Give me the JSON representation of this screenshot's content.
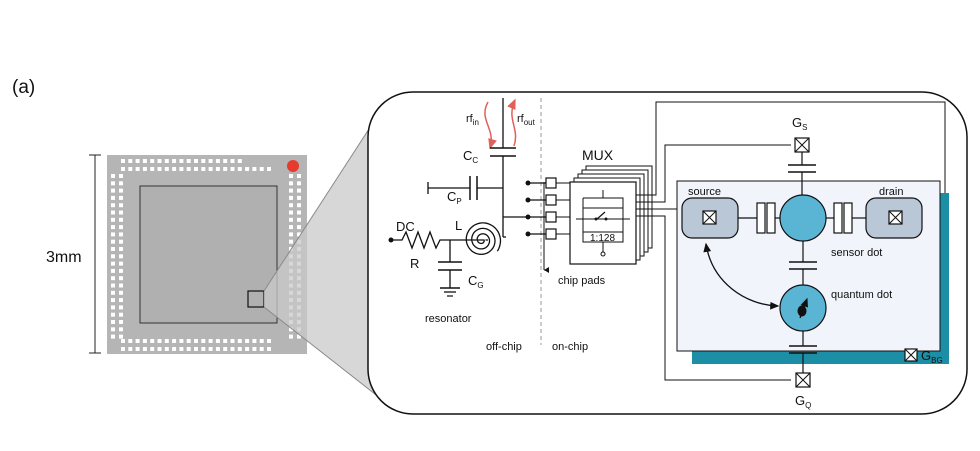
{
  "panel_label": "(a)",
  "chip": {
    "size_label": "3mm"
  },
  "labels": {
    "rf_in": "rf",
    "rf_in_sub": "in",
    "rf_out": "rf",
    "rf_out_sub": "out",
    "cc": "C",
    "cc_sub": "C",
    "cp": "C",
    "cp_sub": "P",
    "dc": "DC",
    "r": "R",
    "l": "L",
    "cg": "C",
    "cg_sub": "G",
    "resonator": "resonator",
    "off_chip": "off-chip",
    "on_chip": "on-chip",
    "chip_pads": "chip pads",
    "mux": "MUX",
    "mux_ratio": "1:128",
    "gs": "G",
    "gs_sub": "S",
    "gq": "G",
    "gq_sub": "Q",
    "gbg": "G",
    "gbg_sub": "BG",
    "source": "source",
    "drain": "drain",
    "sensor_dot": "sensor dot",
    "quantum_dot": "quantum dot"
  },
  "colors": {
    "chip_gray": "#b5b5b5",
    "dot_blue": "#5ab4d4",
    "contact_fill": "#b9c7d6",
    "back_gate": "#1c8fa6",
    "device_bg": "#f2f4fb",
    "rf_arrow": "#e0605a",
    "marker_red": "#e63b2e"
  }
}
